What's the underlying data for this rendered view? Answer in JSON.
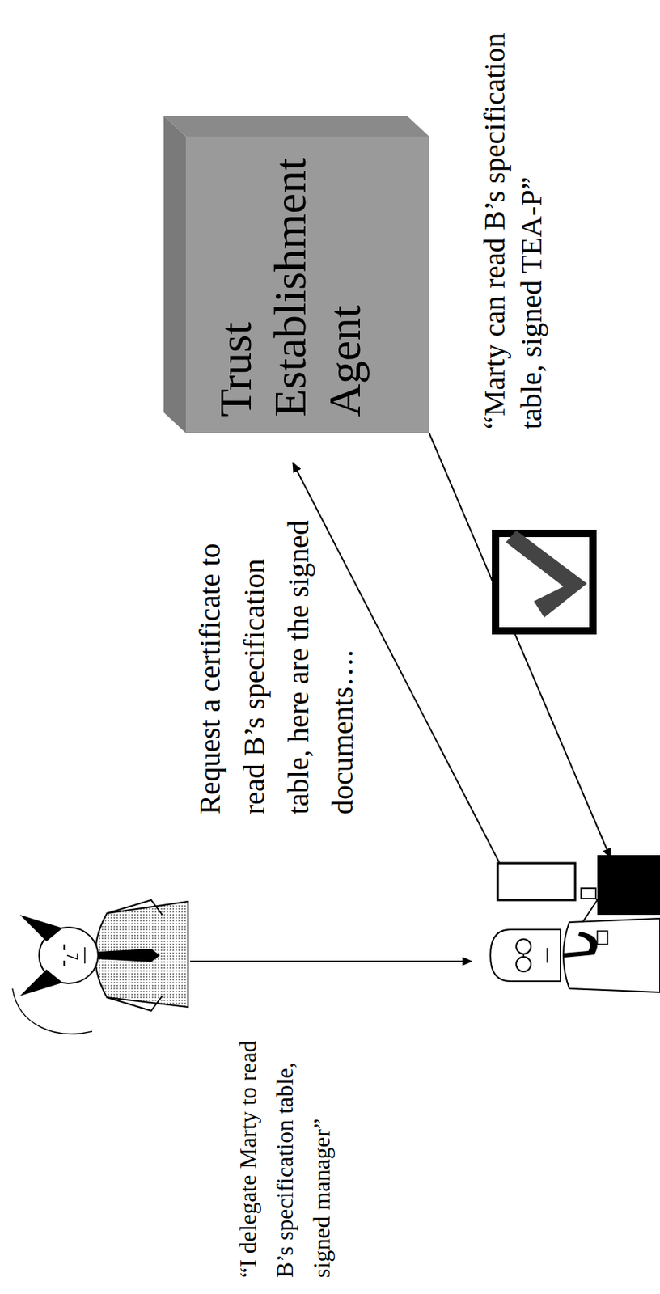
{
  "diagram": {
    "nodes": [
      {
        "text": [
          "Trust Establishment Agent"
        ]
      }
    ],
    "labels": [
      "“I delegate Marty to read B’s specification table, signed manager”",
      "Request a certificate to read B’s specification table, here are the signed documents….",
      "“Marty can read B’s specification table, signed TEA-P”"
    ]
  }
}
